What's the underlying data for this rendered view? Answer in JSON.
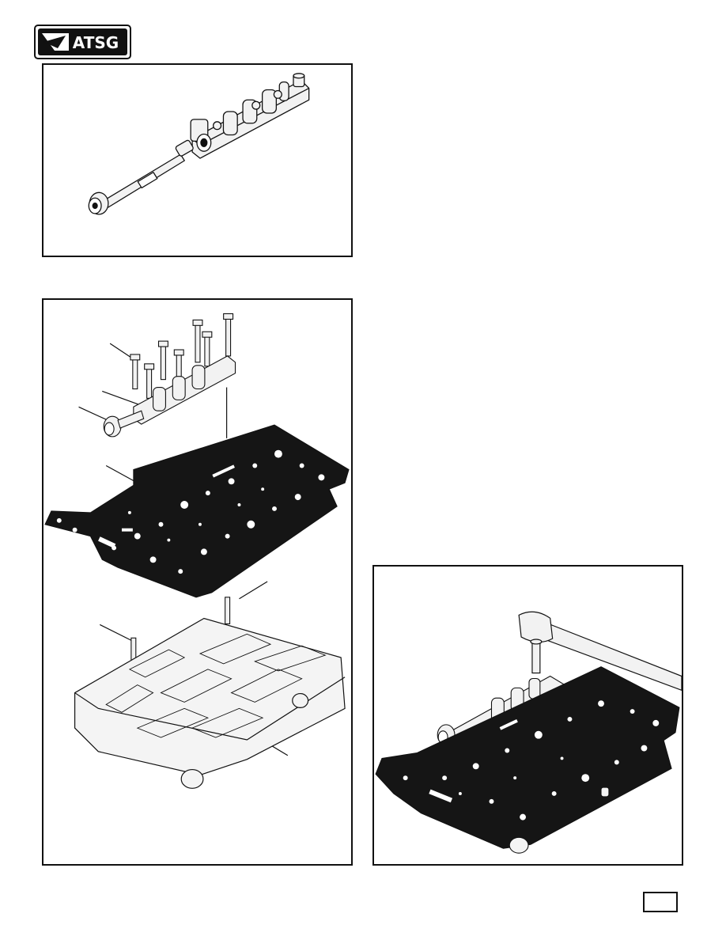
{
  "header": {
    "logo_text": "ATSG"
  },
  "figures": [
    {
      "subject": "valve-body-solenoid-assembly"
    },
    {
      "subject": "valve-body-exploded-view"
    },
    {
      "subject": "torque-wrench-on-valve-body"
    }
  ],
  "footer": {
    "page_number": ""
  },
  "colors": {
    "ink": "#111111",
    "paper": "#ffffff",
    "part_fill": "#f2f2f2"
  }
}
